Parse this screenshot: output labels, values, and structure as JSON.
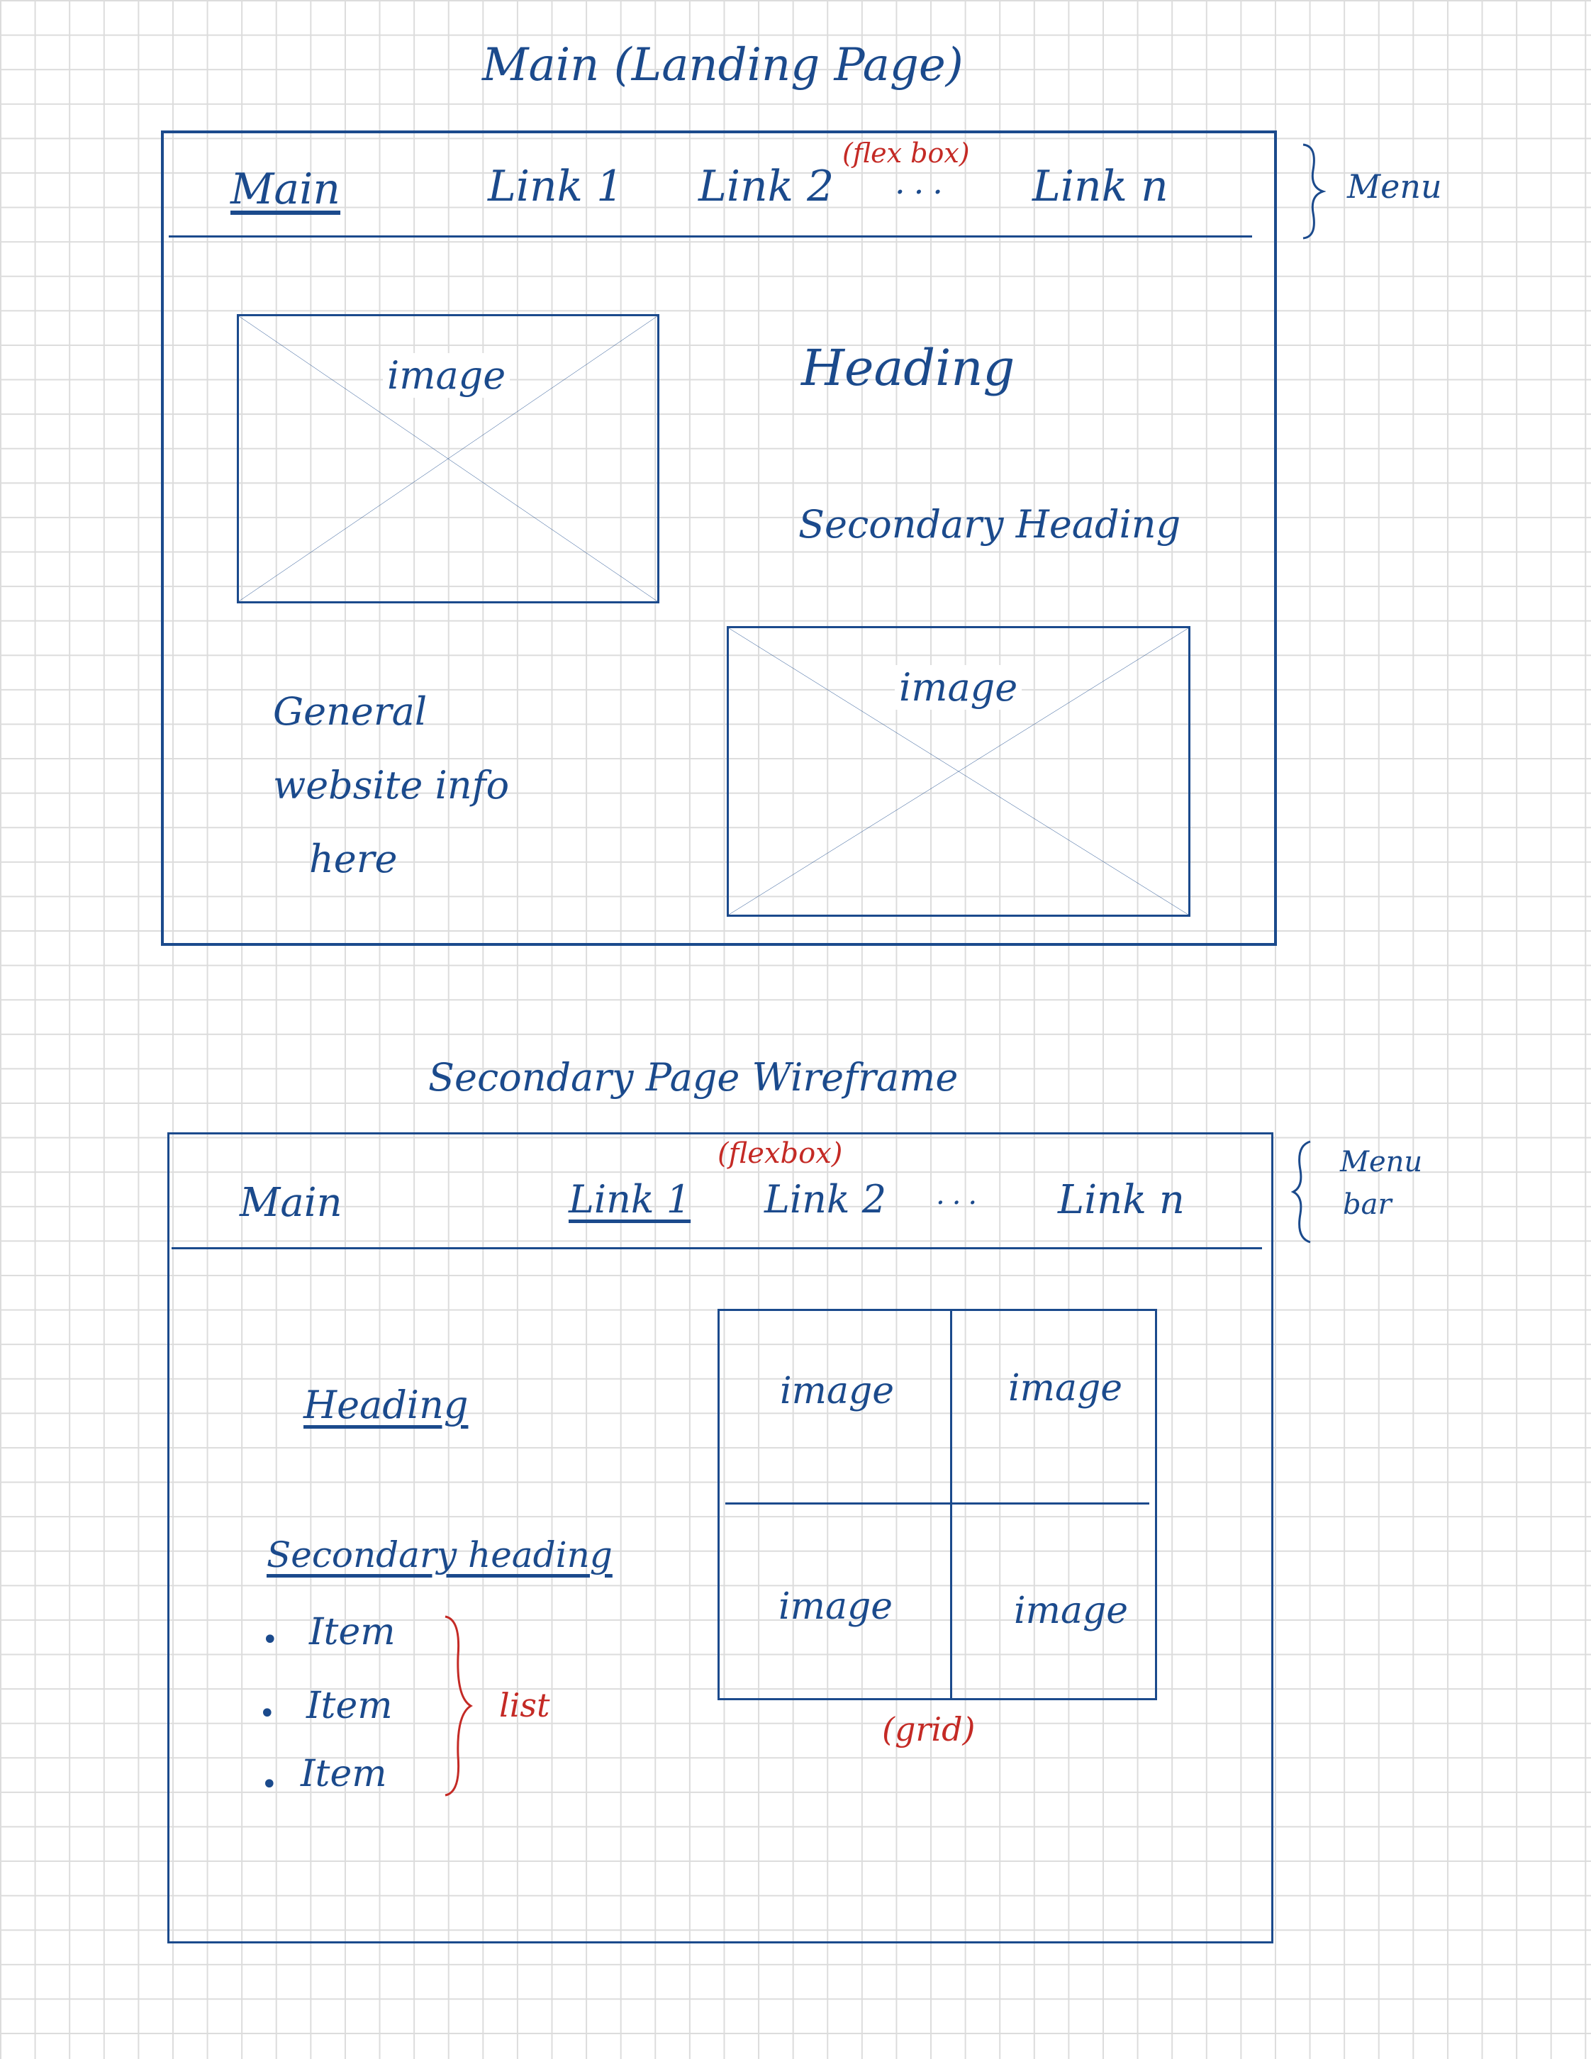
{
  "landing": {
    "title": "Main (Landing Page)",
    "menu": {
      "items": [
        "Main",
        "Link 1",
        "Link 2",
        "Link n"
      ],
      "ellipsis": "...",
      "note": "(flex box)",
      "label": "Menu"
    },
    "image_labels": [
      "image",
      "image"
    ],
    "heading": "Heading",
    "secondary_heading": "Secondary Heading",
    "info_lines": [
      "General",
      "website info",
      "here"
    ]
  },
  "secondary": {
    "title": "Secondary Page Wireframe",
    "menu": {
      "items": [
        "Main",
        "Link 1",
        "Link 2",
        "Link n"
      ],
      "ellipsis": "...",
      "note": "(flexbox)",
      "label_lines": [
        "Menu",
        "bar"
      ]
    },
    "heading": "Heading",
    "secondary_heading": "Secondary heading",
    "list_items": [
      "Item",
      "Item",
      "Item"
    ],
    "list_note": "list",
    "grid_images": [
      "image",
      "image",
      "image",
      "image"
    ],
    "grid_note": "(grid)"
  },
  "colors": {
    "ink": "#1b4a8c",
    "annotation": "#c42a25",
    "grid": "#dcdcdc"
  }
}
